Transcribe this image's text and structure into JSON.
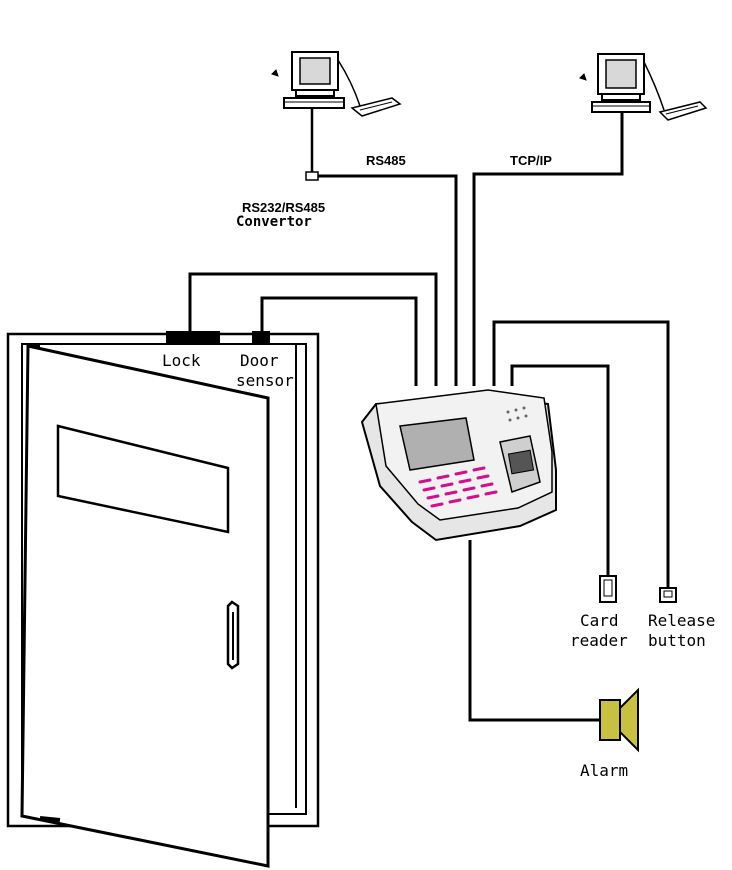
{
  "labels": {
    "rs485": "RS485",
    "tcpip": "TCP/IP",
    "convertor_line1": "RS232/RS485",
    "convertor_line2": "Convertor",
    "lock": "Lock",
    "door_sensor_line1": "Door",
    "door_sensor_line2": "sensor",
    "card_reader_line1": "Card",
    "card_reader_line2": "reader",
    "release_button_line1": "Release",
    "release_button_line2": "button",
    "alarm": "Alarm"
  },
  "colors": {
    "line": "#000000",
    "alarm": "#c8c040",
    "keypad": "#d0108c",
    "screen": "#b0b0b0",
    "device_body": "#e6e6e6"
  },
  "icons": [
    "computer-icon",
    "computer-icon",
    "convertor-icon",
    "door-icon",
    "lock-icon",
    "door-sensor-icon",
    "fingerprint-terminal-icon",
    "card-reader-icon",
    "release-button-icon",
    "alarm-speaker-icon"
  ]
}
